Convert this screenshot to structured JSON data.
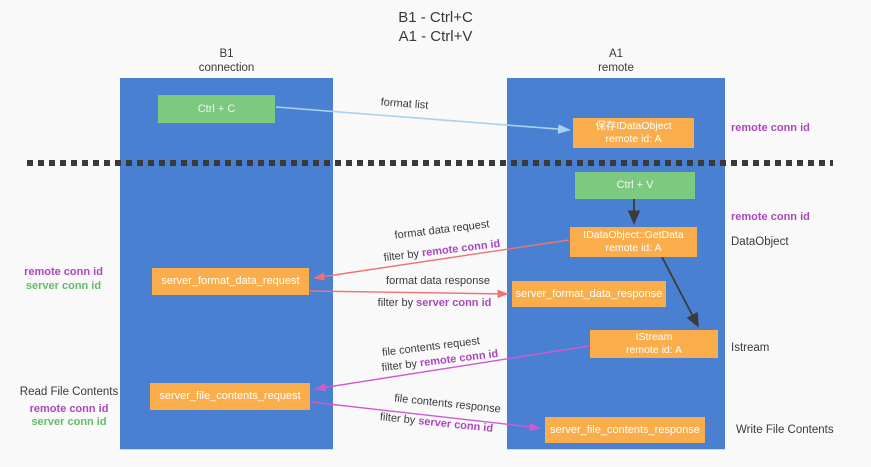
{
  "title": {
    "line1": "B1 - Ctrl+C",
    "line2": "A1 - Ctrl+V"
  },
  "columns": {
    "left": {
      "header_line1": "B1",
      "header_line2": "connection"
    },
    "right": {
      "header_line1": "A1",
      "header_line2": "remote"
    }
  },
  "nodes": {
    "ctrl_c": "Ctrl + C",
    "ctrl_v": "Ctrl + V",
    "save_idataobject": {
      "line1": "保存IDataObject",
      "line2": "remote id: A"
    },
    "getdata": {
      "line1": "IDataObject::GetData",
      "line2": "remote id: A"
    },
    "istream": {
      "line1": "IStream",
      "line2": "remote id: A"
    },
    "format_request": "server_format_data_request",
    "format_response": "server_format_data_response",
    "file_request": "server_file_contents_request",
    "file_response": "server_file_contents_response"
  },
  "arrow_labels": {
    "format_list": "format list",
    "format_request_line1": "format data request",
    "format_request_prefix": "filter by ",
    "format_request_key": "remote conn id",
    "format_response_line1": "format data response",
    "format_response_prefix": "filter by ",
    "format_response_key": "server conn id",
    "file_request_line1": "file contents request",
    "file_request_prefix": "filter by ",
    "file_request_key": "remote conn id",
    "file_response_line1": "file contents response",
    "file_response_prefix": "filter by ",
    "file_response_key": "server conn id"
  },
  "side_labels": {
    "right_remote_conn_id_top": "remote conn id",
    "right_remote_conn_id_mid": "remote conn id",
    "right_dataobject": "DataObject",
    "right_istream": "Istream",
    "right_write_file_contents": "Write File Contents",
    "left_remote_conn_id_top": "remote conn id",
    "left_server_conn_id_top": "server conn id",
    "left_read_file_contents": "Read File Contents",
    "left_remote_conn_id_bottom": "remote conn id",
    "left_server_conn_id_bottom": "server conn id"
  },
  "colors": {
    "column_blue": "#4a80d2",
    "node_orange": "#f9ae4b",
    "node_green": "#7dc97f",
    "label_purple": "#ab47bc",
    "label_green": "#66bb6a",
    "arrow_red": "#f07373",
    "arrow_magenta": "#cf5ad0",
    "arrow_lightblue": "#a8d2ee",
    "arrow_black": "#3b3b3b",
    "background": "#f9f9f9"
  }
}
